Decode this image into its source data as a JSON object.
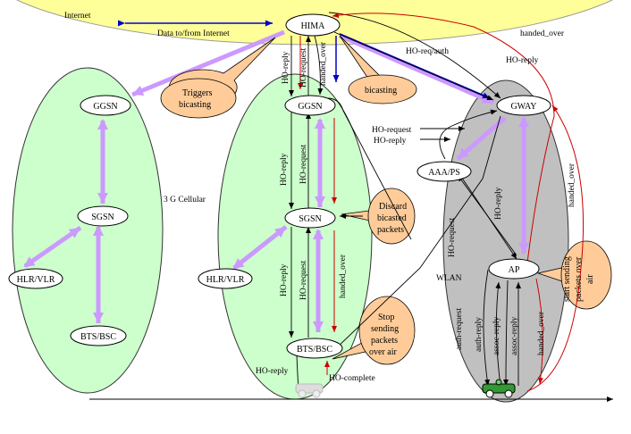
{
  "internet": {
    "label": "Internet",
    "data_flow_label": "Data to/from Internet"
  },
  "nodes": {
    "hima": "HIMA",
    "ggsn_left": "GGSN",
    "sgsn_left": "SGSN",
    "hlr_left": "HLR/VLR",
    "bts_left": "BTS/BSC",
    "ggsn_mid": "GGSN",
    "sgsn_mid": "SGSN",
    "hlr_mid": "HLR/VLR",
    "bts_mid": "BTS/BSC",
    "gway": "GWAY",
    "aaa": "AAA/PS",
    "ap": "AP"
  },
  "region_labels": {
    "cellular": "3 G Cellular",
    "wlan": "WLAN"
  },
  "callouts": {
    "triggers_line1": "Triggers",
    "triggers_line2": "bicasting",
    "bicasting": "bicasting",
    "discard_line1": "Discard",
    "discard_line2": "bicasted",
    "discard_line3": "packets",
    "stop_line1": "Stop",
    "stop_line2": "sending",
    "stop_line3": "packets",
    "stop_line4": "over air",
    "start_line1": "start sending",
    "start_line2": "packets over",
    "start_line3": "air"
  },
  "messages": {
    "ho_reply_hima_ggsn": "HO-reply",
    "ho_request_hima_ggsn": "HO-request",
    "handed_over_hima": "handed_over",
    "ho_req_auth": "HO-req/auth",
    "ho_reply_gway": "HO-reply",
    "handed_over_top": "handed_over",
    "ho_request_gway": "HO-request",
    "ho_reply_gway2": "HO-reply",
    "ho_reply_ggsn_sgsn": "HO-reply",
    "ho_request_ggsn_sgsn": "HO-request",
    "ho_reply_sgsn_bts": "HO-reply",
    "ho_request_sgsn_bts": "HO-request",
    "handed_over_sgsn_bts": "handed_over",
    "ho_reply_aaa_ap": "HO-reply",
    "ho_request_aaa_ap": "HO-request",
    "handed_over_right": "handed_over",
    "ho_reply_bts": "HO-reply",
    "ho_complete": "HO-complete",
    "auth_request": "auth-request",
    "auth_reply": "auth-reply",
    "assoc_reply1": "assoc-reply",
    "assoc_reply2": "assoc-reply",
    "handed_over_ap": "handed_over"
  },
  "colors": {
    "internet_fill": "#ffff99",
    "cellular_fill": "#ccffcc",
    "wlan_fill": "#c0c0c0",
    "callout_fill": "#ffcc99",
    "purple_arrow": "#cc99ff",
    "blue_arrow": "#0000cc",
    "red_line": "#cc0000"
  }
}
